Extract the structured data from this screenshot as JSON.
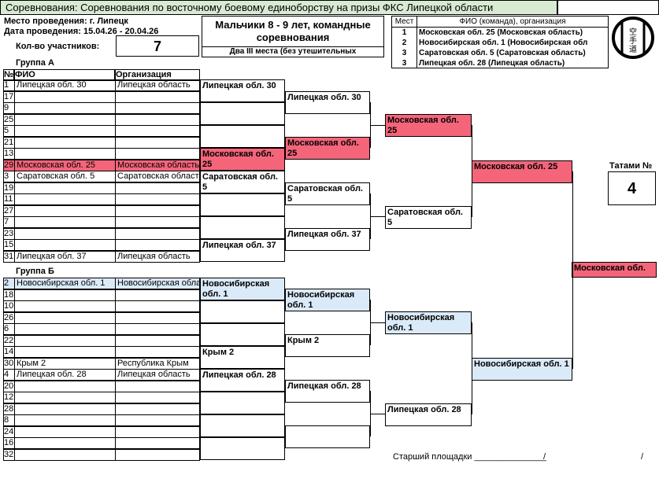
{
  "header": {
    "title": "Соревнования: Соревнования по восточному боевому единоборству на призы ФКС Липецкой области",
    "venue": "Место проведения: г. Липецк",
    "dates": "Дата проведения: 15.04.26 - 20.04.26",
    "participants_label": "Кол-во участников:",
    "participants_count": "7",
    "category": "Мальчики 8 - 9 лет,  командные соревнования",
    "note": "Два III места (без утешительных",
    "tatami_label": "Татами №",
    "tatami_number": "4",
    "logo_text": "空手道"
  },
  "places": {
    "col_place": "Мест",
    "col_name": "ФИО (команда), организация",
    "rows": [
      {
        "place": "1",
        "name": "Московская обл. 25  (Московская область)"
      },
      {
        "place": "2",
        "name": "Новосибирская обл. 1  (Новосибирская обл"
      },
      {
        "place": "3",
        "name": "Саратовская обл.  5  (Саратовская область)"
      },
      {
        "place": "3",
        "name": "Липецкая обл. 28  (Липецкая область)"
      }
    ]
  },
  "groupA": {
    "title": "Группа А",
    "col_num": "№",
    "col_fio": "ФИО",
    "col_org": "Организация",
    "rows": [
      {
        "n": "1",
        "fio": "Липецкая обл. 30",
        "org": "Липецкая область"
      },
      {
        "n": "17",
        "fio": "",
        "org": ""
      },
      {
        "n": "9",
        "fio": "",
        "org": ""
      },
      {
        "n": "25",
        "fio": "",
        "org": ""
      },
      {
        "n": "5",
        "fio": "",
        "org": ""
      },
      {
        "n": "21",
        "fio": "",
        "org": ""
      },
      {
        "n": "13",
        "fio": "",
        "org": ""
      },
      {
        "n": "29",
        "fio": "Московская обл. 25",
        "org": "Московская область"
      },
      {
        "n": "3",
        "fio": "Саратовская обл.  5",
        "org": "Саратовская область"
      },
      {
        "n": "19",
        "fio": "",
        "org": ""
      },
      {
        "n": "11",
        "fio": "",
        "org": ""
      },
      {
        "n": "27",
        "fio": "",
        "org": ""
      },
      {
        "n": "7",
        "fio": "",
        "org": ""
      },
      {
        "n": "23",
        "fio": "",
        "org": ""
      },
      {
        "n": "15",
        "fio": "",
        "org": ""
      },
      {
        "n": "31",
        "fio": "Липецкая обл. 37",
        "org": "Липецкая область"
      }
    ]
  },
  "groupB": {
    "title": "Группа Б",
    "rows": [
      {
        "n": "2",
        "fio": "Новосибирская обл.  1",
        "org": "Новосибирская область"
      },
      {
        "n": "18",
        "fio": "",
        "org": ""
      },
      {
        "n": "10",
        "fio": "",
        "org": ""
      },
      {
        "n": "26",
        "fio": "",
        "org": ""
      },
      {
        "n": "6",
        "fio": "",
        "org": ""
      },
      {
        "n": "22",
        "fio": "",
        "org": ""
      },
      {
        "n": "14",
        "fio": "",
        "org": ""
      },
      {
        "n": "30",
        "fio": "Крым  2",
        "org": "Республика Крым"
      },
      {
        "n": "4",
        "fio": "Липецкая обл. 28",
        "org": "Липецкая область"
      },
      {
        "n": "20",
        "fio": "",
        "org": ""
      },
      {
        "n": "12",
        "fio": "",
        "org": ""
      },
      {
        "n": "28",
        "fio": "",
        "org": ""
      },
      {
        "n": "8",
        "fio": "",
        "org": ""
      },
      {
        "n": "24",
        "fio": "",
        "org": ""
      },
      {
        "n": "16",
        "fio": "",
        "org": ""
      },
      {
        "n": "32",
        "fio": "",
        "org": ""
      }
    ]
  },
  "bracket": {
    "r1": [
      "Липецкая обл. 30",
      "",
      "",
      "Московская обл. 25",
      "Саратовская обл. 5",
      "",
      "",
      "Липецкая обл. 37",
      "Новосибирская обл.  1",
      "",
      "",
      "Крым  2",
      "Липецкая обл. 28",
      "",
      "",
      ""
    ],
    "r2": [
      "Липецкая обл. 30",
      "Московская обл. 25",
      "Саратовская обл. 5",
      "Липецкая обл. 37",
      "Новосибирская обл.  1",
      "Крым  2",
      "Липецкая обл. 28",
      ""
    ],
    "r3": [
      "Московская обл. 25",
      "Саратовская обл. 5",
      "Новосибирская обл.  1",
      "Липецкая обл. 28"
    ],
    "r4": [
      "Московская обл. 25",
      "Новосибирская обл. 1"
    ],
    "final": "Московская обл."
  },
  "footer": {
    "senior": "Старший площадки _______________",
    "slash1": "/",
    "slash2": "/"
  },
  "colors": {
    "winner": "#f4657a",
    "groupB": "#dbeaf9",
    "titlebar": "#d9ead3"
  }
}
